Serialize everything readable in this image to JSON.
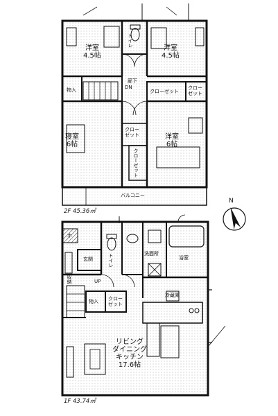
{
  "floors": {
    "second": {
      "caption": "2F 45.36㎡",
      "rooms": {
        "western_room_nw": "洋室\n4.5帖",
        "western_room_ne": "洋室\n4.5帖",
        "toilet": "トイレ",
        "hallway": "廊下",
        "dn": "DN",
        "storage": "物入",
        "closet_main": "クローゼット",
        "closet_right": "クロー\nゼット",
        "bedroom": "寝室\n6帖",
        "closet_mid": "クロー\nゼット",
        "closet_vertical": "クローゼット",
        "western_room_6": "洋室\n6帖",
        "balcony": "バルコニー"
      }
    },
    "first": {
      "caption": "1F 43.74㎡",
      "rooms": {
        "shoes": "ホ",
        "entrance": "玄関",
        "toilet": "トイレ",
        "washroom": "洗面所",
        "bathroom": "浴室",
        "shoe_closet": "収納",
        "up": "UP",
        "storage": "物入",
        "closet": "クロー\nゼット",
        "fridge": "冷蔵庫",
        "ldk": "リビング\nダイニング\nキッチン\n17.6帖"
      }
    }
  },
  "compass": {
    "north": "N"
  }
}
